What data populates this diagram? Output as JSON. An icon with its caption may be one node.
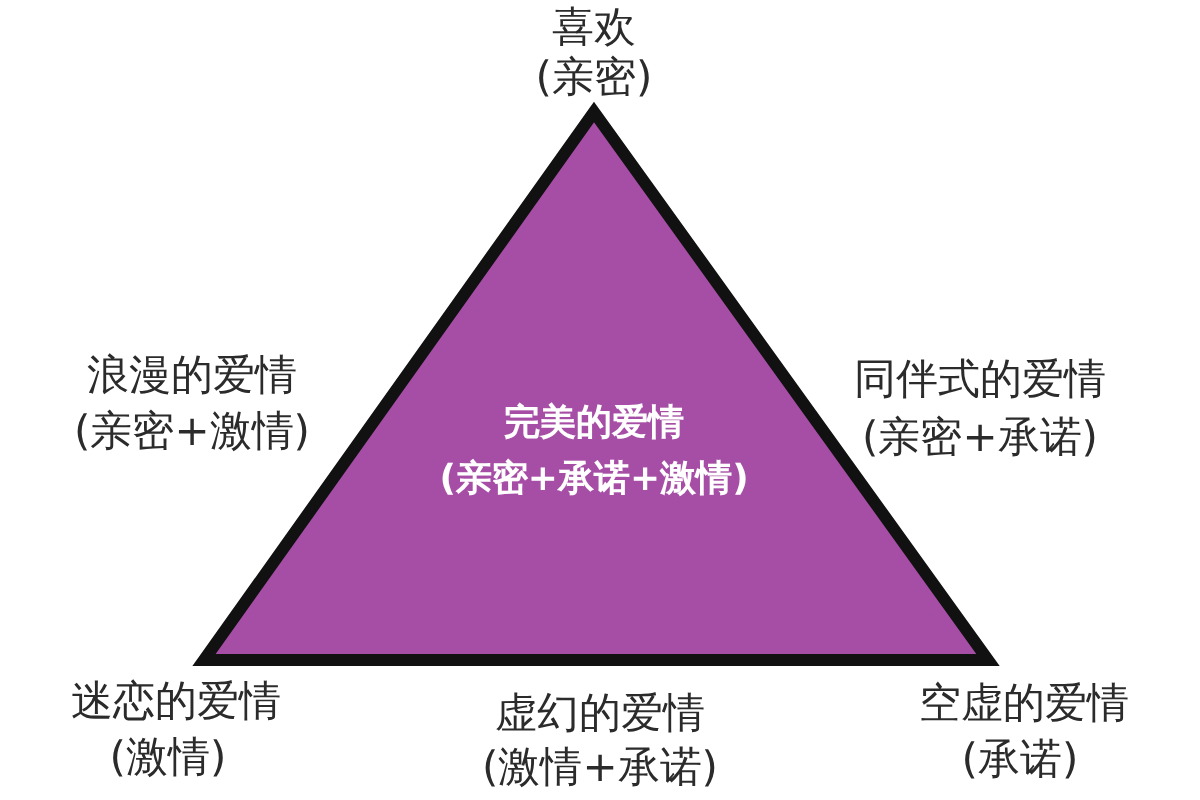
{
  "diagram": {
    "nodes": [
      {
        "text": [
          "完美的爱情",
          "(亲密+承诺+激情)"
        ]
      }
    ],
    "labels": [
      "喜欢",
      "(亲密)",
      "浪漫的爱情",
      "(亲密+激情)",
      "同伴式的爱情",
      "(亲密+承诺)",
      "迷恋的爱情",
      "(激情)",
      "虚幻的爱情",
      "(激情+承诺)",
      "空虚的爱情",
      "(承诺)"
    ]
  }
}
